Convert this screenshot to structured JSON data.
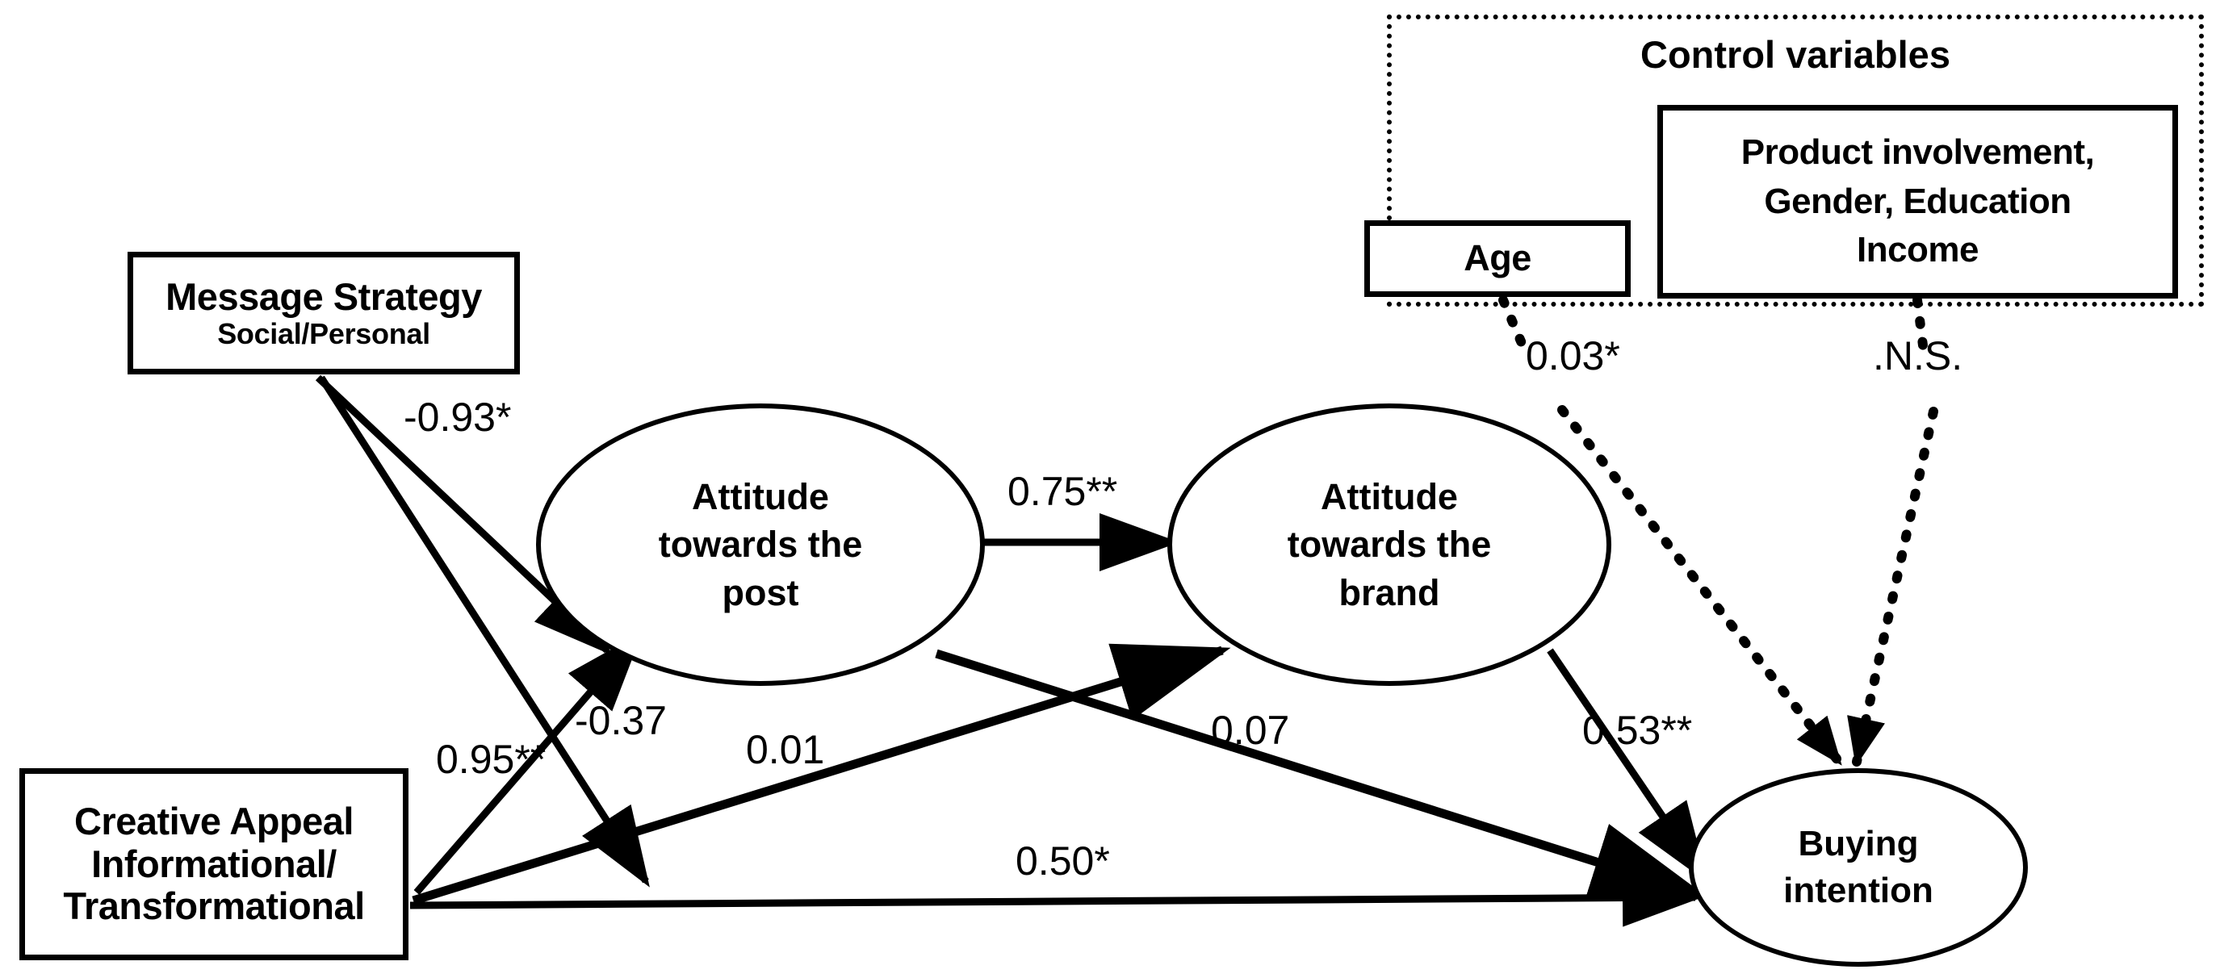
{
  "diagram": {
    "title": "Structural model of message strategy and creative appeal on buying intention",
    "control_group": {
      "title": "Control variables",
      "age_label": "Age",
      "other_line1": "Product involvement,",
      "other_line2": "Gender, Education",
      "other_line3": "Income"
    },
    "nodes": {
      "message_strategy": {
        "line1": "Message Strategy",
        "line2": "Social/Personal"
      },
      "creative_appeal": {
        "line1": "Creative Appeal",
        "line2": "Informational/",
        "line3": "Transformational"
      },
      "attitude_post": {
        "line1": "Attitude",
        "line2": "towards the",
        "line3": "post"
      },
      "attitude_brand": {
        "line1": "Attitude",
        "line2": "towards the",
        "line3": "brand"
      },
      "buying_intention": {
        "line1": "Buying",
        "line2": "intention"
      }
    },
    "edge_labels": {
      "ms_to_post": "-0.93*",
      "ms_to_brand": "-0.37",
      "ca_to_post": "0.95**",
      "ca_to_brand": "0.01",
      "post_to_brand": "0.75**",
      "post_to_buying": "0.07",
      "brand_to_buying": "0.53**",
      "ca_to_buying": "0.50*",
      "age_to_buying": "0.03*",
      "other_to_buying": ".N.S."
    }
  },
  "chart_data": {
    "type": "diagram",
    "title": "Conceptual path model",
    "nodes": [
      {
        "id": "message_strategy",
        "shape": "rectangle",
        "label": "Message Strategy Social/Personal"
      },
      {
        "id": "creative_appeal",
        "shape": "rectangle",
        "label": "Creative Appeal Informational/Transformational"
      },
      {
        "id": "attitude_post",
        "shape": "ellipse",
        "label": "Attitude towards the post"
      },
      {
        "id": "attitude_brand",
        "shape": "ellipse",
        "label": "Attitude towards the brand"
      },
      {
        "id": "buying_intention",
        "shape": "ellipse",
        "label": "Buying intention"
      },
      {
        "id": "age",
        "shape": "rectangle",
        "label": "Age"
      },
      {
        "id": "control_other",
        "shape": "rectangle",
        "label": "Product involvement, Gender, Education Income"
      }
    ],
    "edges": [
      {
        "from": "message_strategy",
        "to": "attitude_post",
        "coefficient": -0.93,
        "label": "-0.93*",
        "significance": "*",
        "style": "solid"
      },
      {
        "from": "message_strategy",
        "to": "attitude_brand",
        "coefficient": -0.37,
        "label": "-0.37",
        "significance": "n.s.",
        "style": "solid"
      },
      {
        "from": "creative_appeal",
        "to": "attitude_post",
        "coefficient": 0.95,
        "label": "0.95**",
        "significance": "**",
        "style": "solid"
      },
      {
        "from": "creative_appeal",
        "to": "attitude_brand",
        "coefficient": 0.01,
        "label": "0.01",
        "significance": "n.s.",
        "style": "solid"
      },
      {
        "from": "attitude_post",
        "to": "attitude_brand",
        "coefficient": 0.75,
        "label": "0.75**",
        "significance": "**",
        "style": "solid"
      },
      {
        "from": "attitude_post",
        "to": "buying_intention",
        "coefficient": 0.07,
        "label": "0.07",
        "significance": "n.s.",
        "style": "solid"
      },
      {
        "from": "attitude_brand",
        "to": "buying_intention",
        "coefficient": 0.53,
        "label": "0.53**",
        "significance": "**",
        "style": "solid"
      },
      {
        "from": "creative_appeal",
        "to": "buying_intention",
        "coefficient": 0.5,
        "label": "0.50*",
        "significance": "*",
        "style": "solid"
      },
      {
        "from": "age",
        "to": "buying_intention",
        "coefficient": 0.03,
        "label": "0.03*",
        "significance": "*",
        "style": "dotted"
      },
      {
        "from": "control_other",
        "to": "buying_intention",
        "coefficient": null,
        "label": ".N.S.",
        "significance": "n.s.",
        "style": "dotted"
      }
    ]
  }
}
